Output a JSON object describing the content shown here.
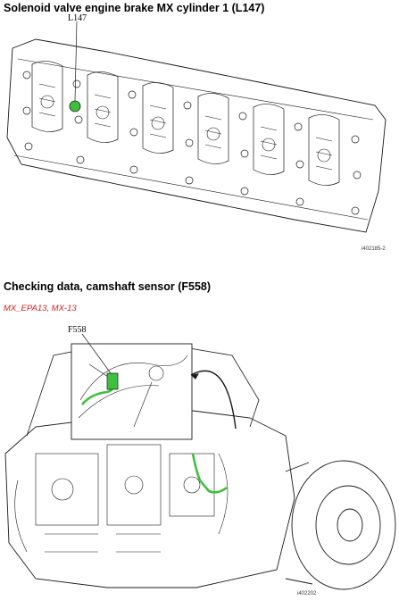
{
  "section1": {
    "heading": "Solenoid valve engine brake MX cylinder 1 (L147)",
    "callout": "L147",
    "figure_id": "i402185-2"
  },
  "section2": {
    "heading": "Checking data, camshaft sensor (F558)",
    "variant": "MX_EPA13, MX-13",
    "callout": "F558",
    "figure_id": "i402202"
  },
  "colors": {
    "highlight": "#3fbf3f",
    "variant_text": "#d42020",
    "line": "#1a1a1a"
  }
}
